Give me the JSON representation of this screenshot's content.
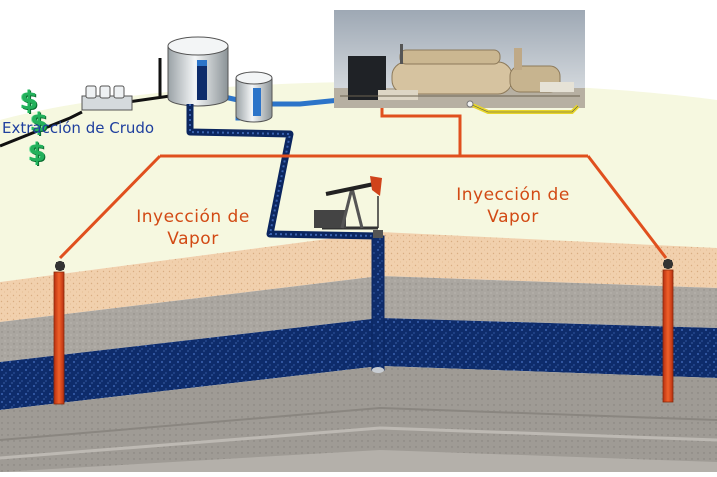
{
  "labels": {
    "extraction": "Extracción de Crudo",
    "injection_left_line1": "Inyección de",
    "injection_left_line2": "Vapor",
    "injection_right_line1": "Inyección de",
    "injection_right_line2": "Vapor"
  },
  "icons": [
    "dollar-sign-icon",
    "dollar-sign-icon",
    "dollar-sign-icon"
  ],
  "dollar_symbol": "$",
  "colors": {
    "steam_line": "#e0501e",
    "oil_line": "#0b2660",
    "water_line": "#2c74c9",
    "ground": "#f5f7dc",
    "dollar": "#23b15c"
  }
}
